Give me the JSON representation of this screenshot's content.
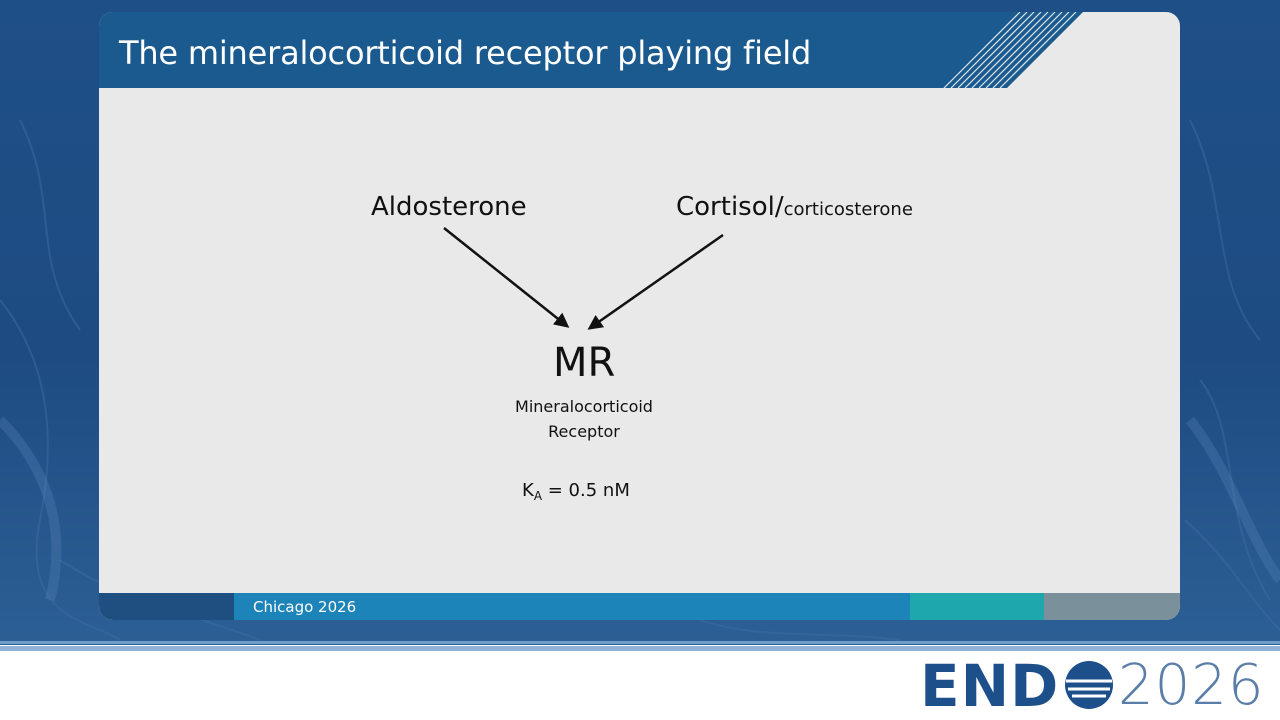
{
  "slide": {
    "title": "The mineralocorticoid receptor playing field"
  },
  "diagram": {
    "aldosterone": "Aldosterone",
    "cortisol_main": "Cortisol/",
    "cortisol_sub": "corticosterone",
    "mr": "MR",
    "mr_desc_line1": "Mineralocorticoid",
    "mr_desc_line2": "Receptor",
    "ka_k": "K",
    "ka_sub": "A",
    "ka_value": " = 0.5 nM"
  },
  "footer": {
    "location": "Chicago 2026"
  },
  "logo": {
    "brand": "END",
    "year": "2026"
  },
  "colors": {
    "title_bar": "#1b5a8e",
    "card": "#e9e9e9",
    "brand_blue": "#1d4f8a"
  }
}
